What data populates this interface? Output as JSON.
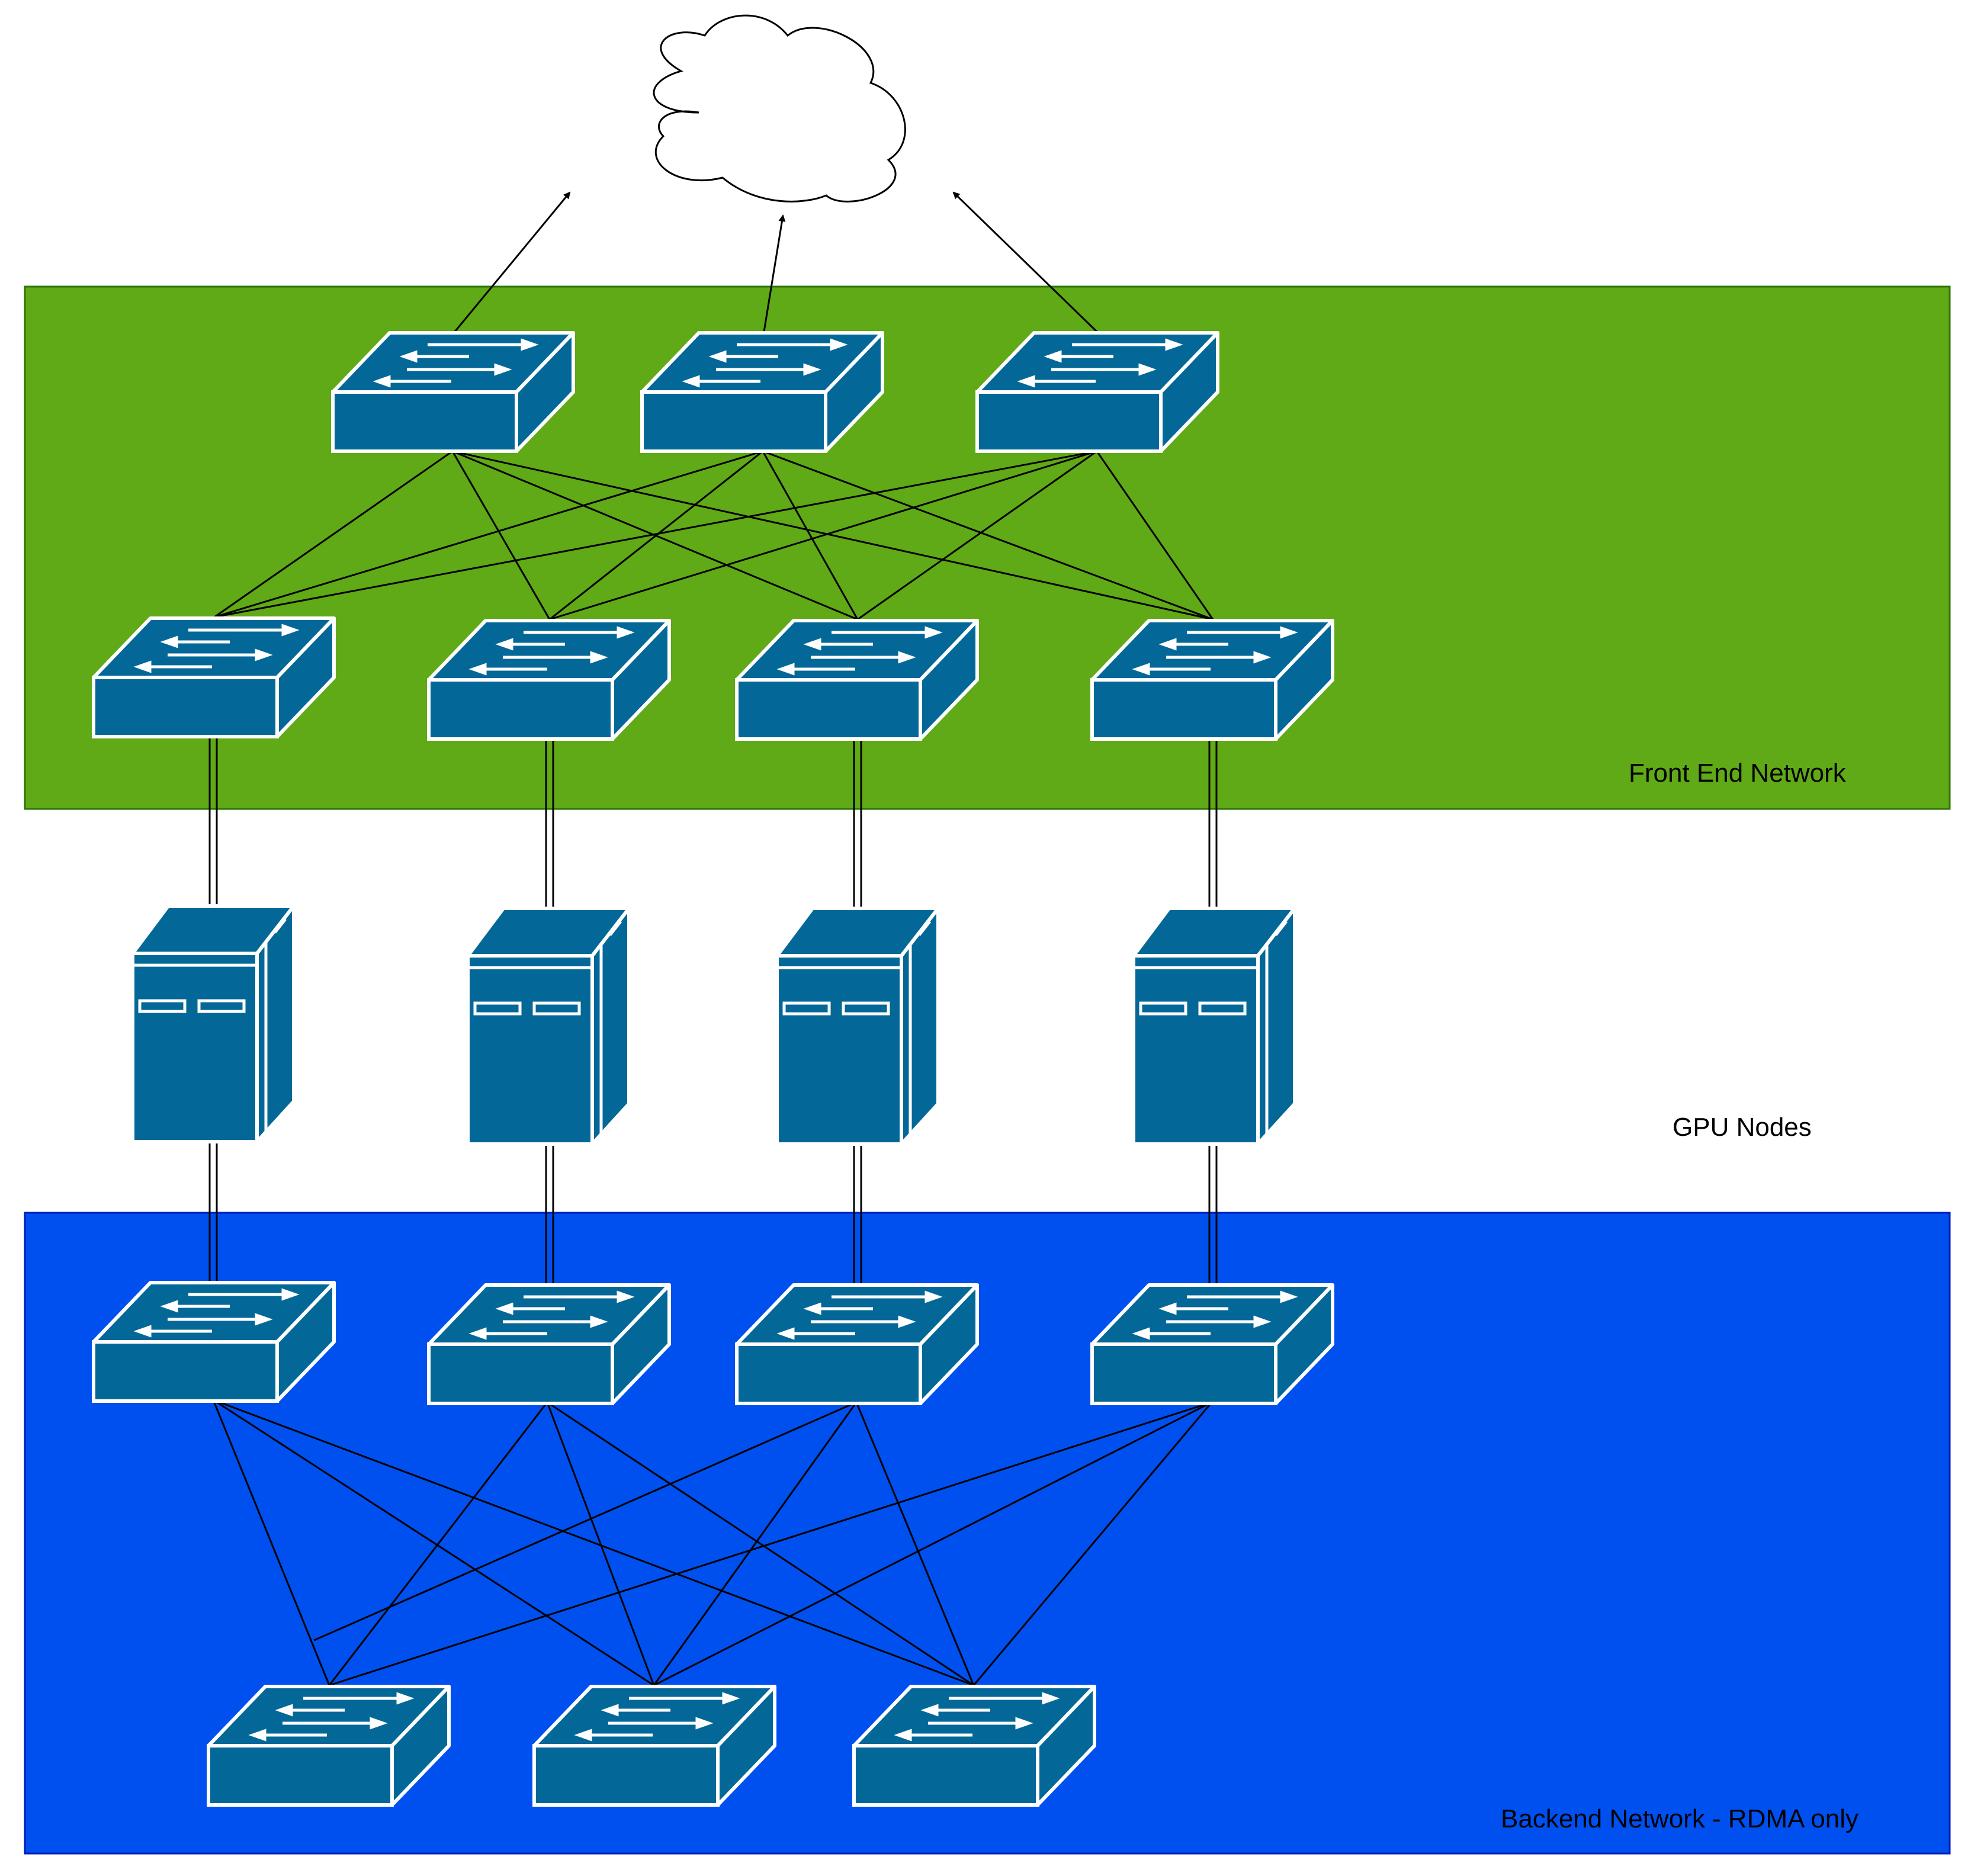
{
  "labels": {
    "front_end": "Front End Network",
    "gpu_nodes": "GPU Nodes",
    "backend": "Backend Network - RDMA only"
  },
  "colors": {
    "front_end_zone": "#60a917",
    "backend_zone": "#0050ef",
    "device_fill": "#036897",
    "device_stroke": "#ffffff",
    "link": "#000000"
  },
  "icons": {
    "cloud": "cloud-icon",
    "switch": "network-switch-icon",
    "server": "server-tower-icon"
  }
}
